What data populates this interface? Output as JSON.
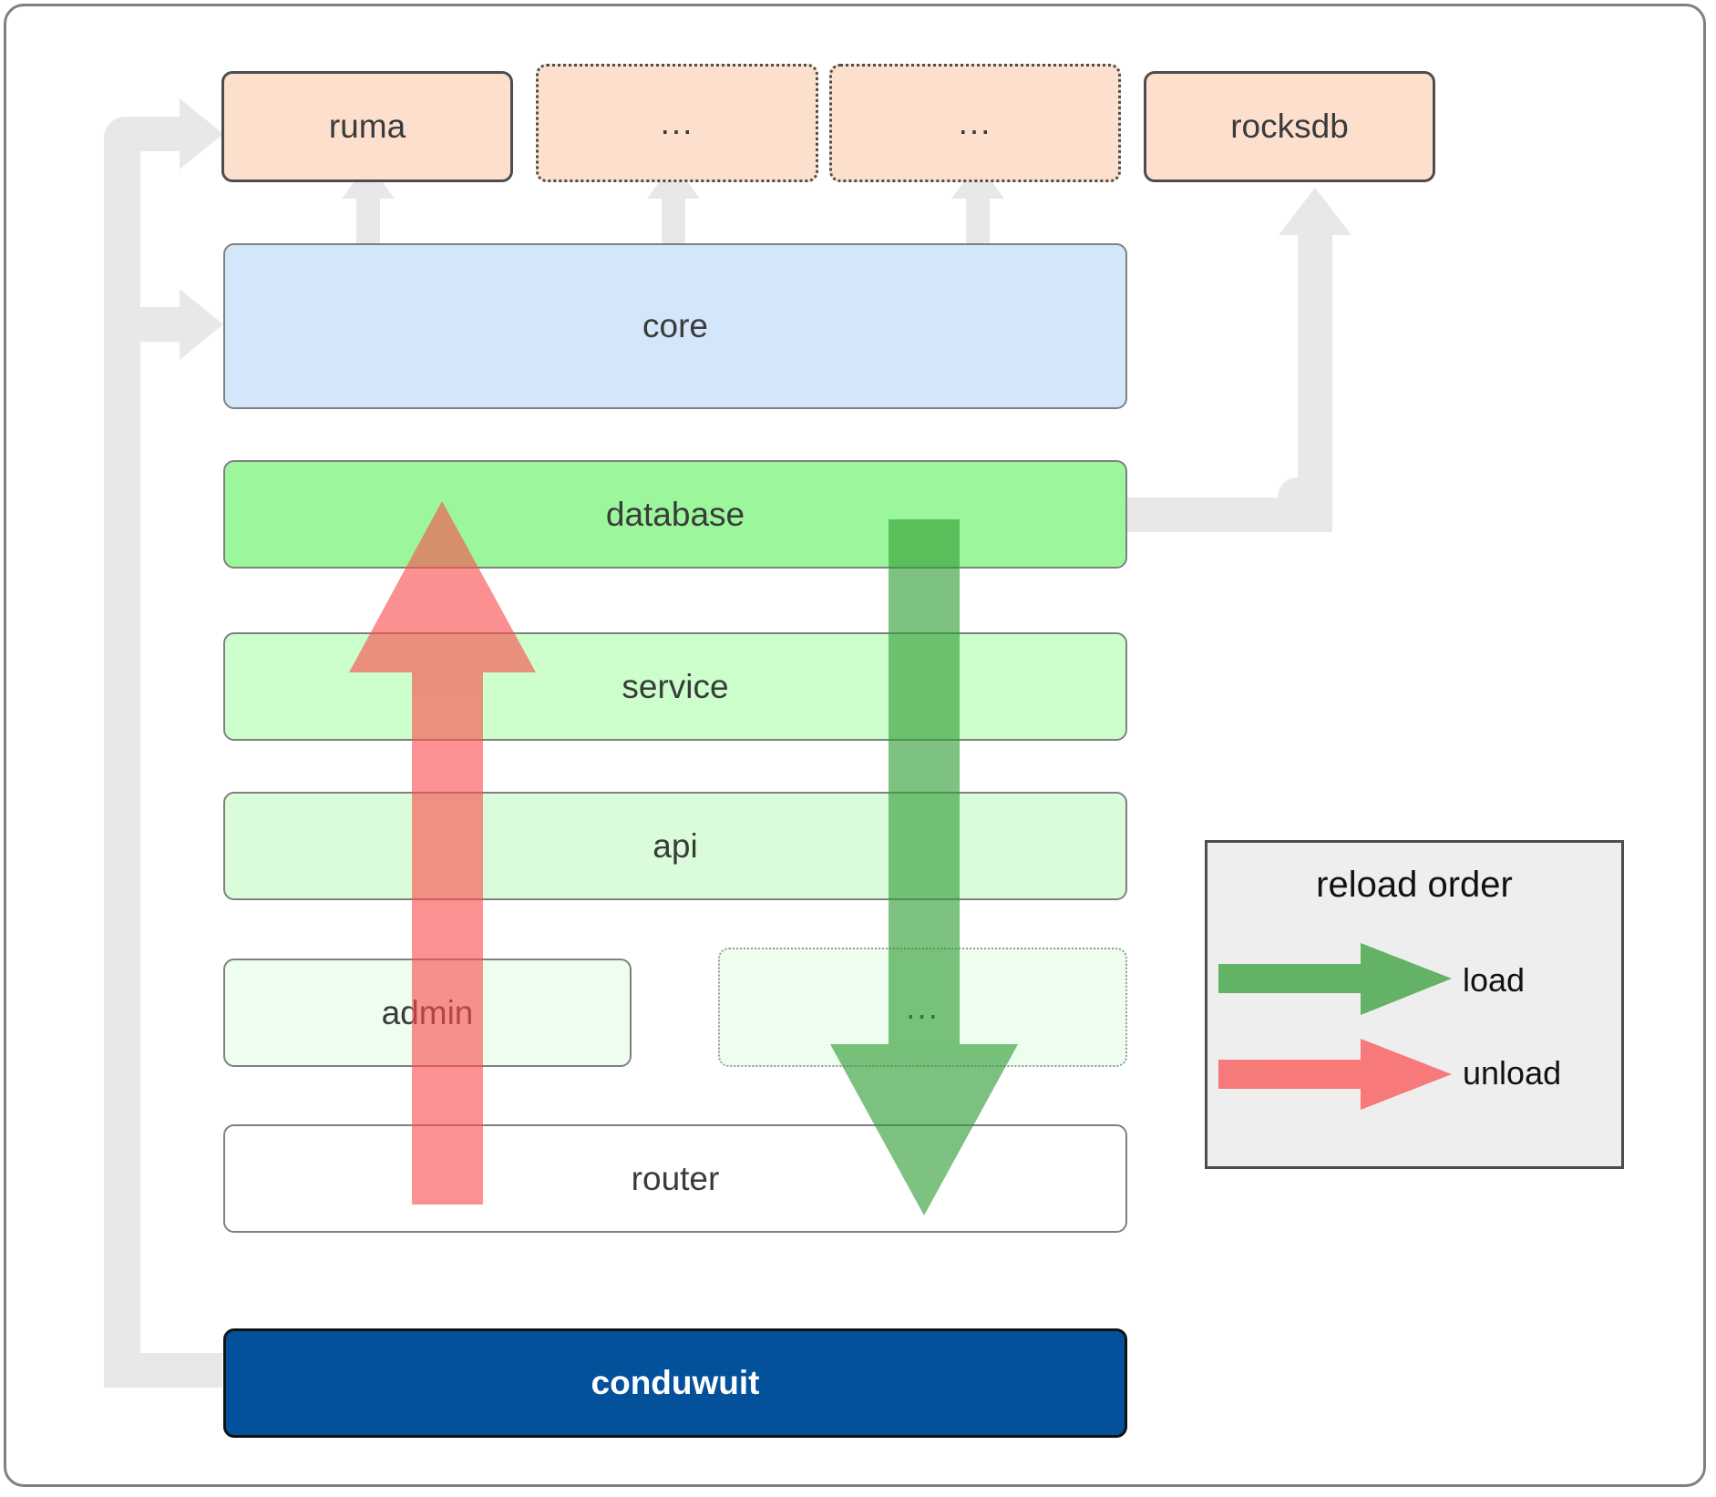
{
  "diagram": {
    "title": "conduwuit crate dependency / reload order diagram",
    "top_row": [
      {
        "id": "ruma",
        "label": "ruma",
        "style": "solid-dark",
        "fill": "peach"
      },
      {
        "id": "dots1",
        "label": "...",
        "style": "dotted-dark",
        "fill": "peach"
      },
      {
        "id": "dots2",
        "label": "...",
        "style": "dotted-dark",
        "fill": "peach"
      },
      {
        "id": "rocksdb",
        "label": "rocksdb",
        "style": "solid-dark",
        "fill": "peach"
      }
    ],
    "stack": [
      {
        "id": "core",
        "label": "core",
        "style": "solid-gray",
        "fill": "blue"
      },
      {
        "id": "database",
        "label": "database",
        "style": "solid-gray",
        "fill": "g1"
      },
      {
        "id": "service",
        "label": "service",
        "style": "solid-gray",
        "fill": "g2"
      },
      {
        "id": "api",
        "label": "api",
        "style": "solid-gray",
        "fill": "g3"
      },
      {
        "id": "admin",
        "label": "admin",
        "style": "solid-gray",
        "fill": "g4"
      },
      {
        "id": "dots3",
        "label": "...",
        "style": "dotted-gray",
        "fill": "g4"
      },
      {
        "id": "router",
        "label": "router",
        "style": "solid-gray",
        "fill": "white"
      }
    ],
    "root": {
      "id": "conduwuit",
      "label": "conduwuit",
      "fill": "navy"
    },
    "legend": {
      "title": "reload order",
      "items": [
        {
          "id": "load",
          "label": "load",
          "color": "#57a75b"
        },
        {
          "id": "unload",
          "label": "unload",
          "color": "#fb8585"
        }
      ]
    },
    "colors": {
      "frame_border": "#808080",
      "peach": "#fce0cd",
      "blue": "#d4e6fa",
      "green_database": "#9cf79c",
      "green_service": "#ccffcc",
      "green_api": "#dbfcdb",
      "green_admin": "#edfdee",
      "navy": "#03519b",
      "connector_gray": "#e8e8e8",
      "load_arrow": "#57a75b",
      "unload_arrow": "#fb8585",
      "legend_bg": "#eeeeee",
      "text": "#3b3b3b"
    }
  }
}
